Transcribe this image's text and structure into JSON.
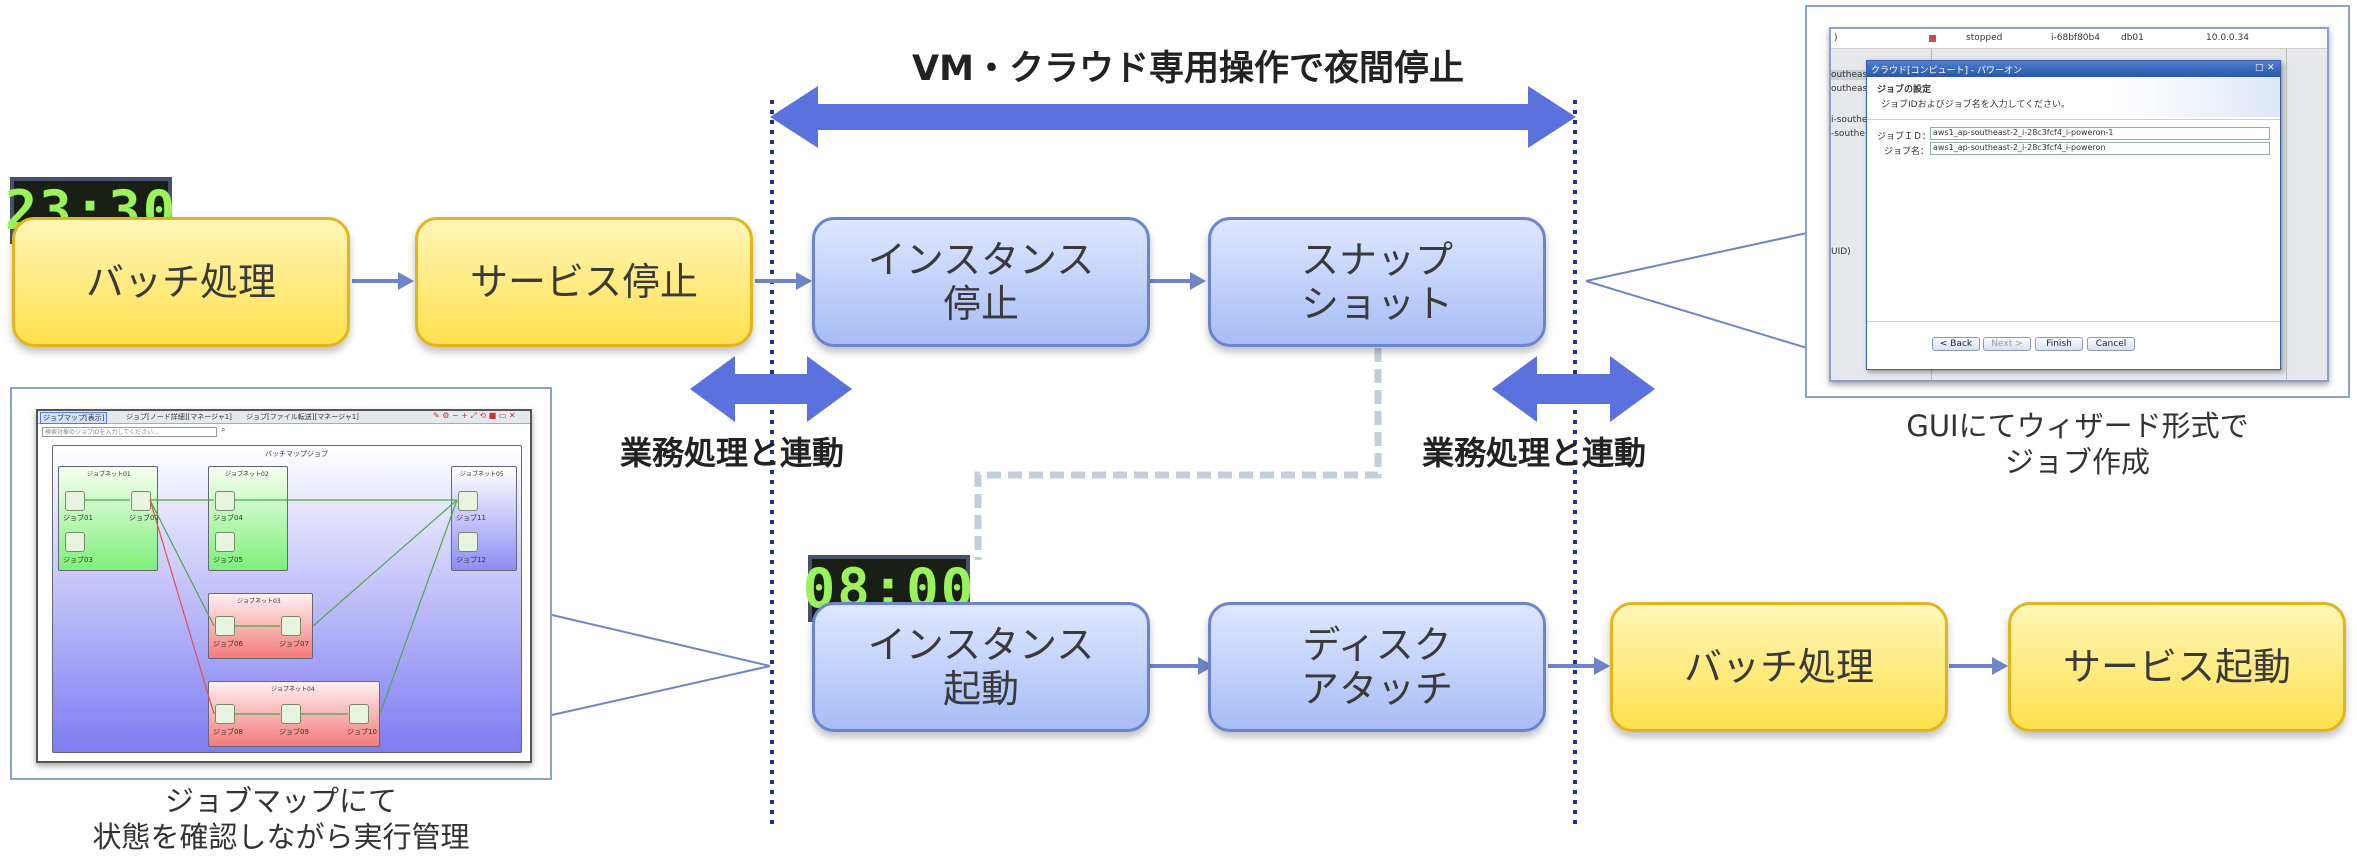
{
  "heading": "VM・クラウド専用操作で夜間停止",
  "clocks": {
    "night": "23:30",
    "morning": "08:00"
  },
  "linked_labels": {
    "left": "業務処理と連動",
    "right": "業務処理と連動"
  },
  "boxes": {
    "batch_top": "バッチ処理",
    "service_stop": "サービス停止",
    "instance_stop": "インスタンス\n停止",
    "snapshot": "スナップ\nショット",
    "instance_start": "インスタンス\n起動",
    "disk_attach": "ディスク\nアタッチ",
    "batch_bottom": "バッチ処理",
    "service_start": "サービス起動"
  },
  "captions": {
    "gui_wizard": "GUIにてウィザード形式で\nジョブ作成",
    "jobmap": "ジョブマップにて\n状態を確認しながら実行管理"
  },
  "wizard": {
    "bg_rows": [
      {
        "status": "stopped",
        "id": "i-68bf80b4",
        "name": "db01",
        "ip": "10.0.0.34"
      }
    ],
    "bg_left": [
      ")",
      "outheas",
      "outheas",
      "i-southe",
      "-southe",
      "UID)"
    ],
    "title": "クラウド[コンピュート] - パワーオン",
    "section": "ジョブの設定",
    "instruction": "ジョブIDおよびジョブ名を入力してください。",
    "job_id_label": "ジョブＩＤ：",
    "job_id_value": "aws1_ap-southeast-2_i-28c3fcf4_i-poweron-1",
    "job_name_label": "ジョブ名：",
    "job_name_value": "aws1_ap-southeast-2_i-28c3fcf4_i-poweron",
    "buttons": [
      "< Back",
      "Next >",
      "Finish",
      "Cancel"
    ]
  },
  "jobmap": {
    "tabs": [
      "ジョブマップ[表示]",
      "ジョブ[ノード詳細][マネージャ1]",
      "ジョブ[ファイル転送][マネージャ1]"
    ],
    "search_placeholder": "検索対象のジョブIDを入力してください...",
    "root": "バッチマップジョブ",
    "groups": [
      {
        "label": "ジョブネット01",
        "jobs": [
          "ジョブ01",
          "ジョブ02",
          "ジョブ03"
        ]
      },
      {
        "label": "ジョブネット02",
        "jobs": [
          "ジョブ04",
          "ジョブ05"
        ]
      },
      {
        "label": "ジョブネット05",
        "jobs": [
          "ジョブ11",
          "ジョブ12"
        ]
      },
      {
        "label": "ジョブネット03",
        "jobs": [
          "ジョブ06",
          "ジョブ07"
        ]
      },
      {
        "label": "ジョブネット04",
        "jobs": [
          "ジョブ08",
          "ジョブ09",
          "ジョブ10"
        ]
      }
    ]
  },
  "colors": {
    "arrow_blue": "#5b72de",
    "line_blue": "#6e86c8",
    "clock_digits": "#9bf25a",
    "dotted_line": "#1f2f9c"
  }
}
